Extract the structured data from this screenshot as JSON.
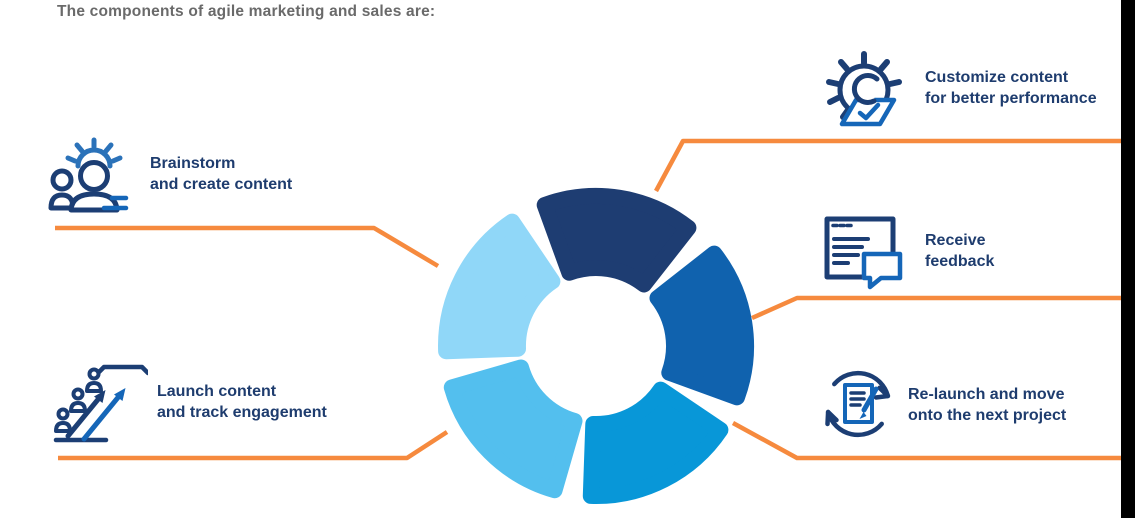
{
  "title": "The components of agile marketing and sales are:",
  "colors": {
    "orange": "#F68A3E",
    "navy_text": "#1E3C6E",
    "icon_navy": "#1C3E74",
    "icon_accent_blue": "#1566B8",
    "title_gray": "#6A6A6A",
    "black_band": "#000000"
  },
  "steps": [
    {
      "id": "brainstorm",
      "line1": "Brainstorm",
      "line2": "and create content",
      "icon": "brainstorm-icon",
      "segment_color": "#90D7F8",
      "side": "left"
    },
    {
      "id": "customize",
      "line1": "Customize content",
      "line2": "for better performance",
      "icon": "customize-icon",
      "segment_color": "#1E3D72",
      "side": "right"
    },
    {
      "id": "receive-feedback",
      "line1": "Receive",
      "line2": "feedback",
      "icon": "feedback-icon",
      "segment_color": "#1062AE",
      "side": "right"
    },
    {
      "id": "relaunch",
      "line1": "Re-launch and move",
      "line2": "onto the next project",
      "icon": "relaunch-icon",
      "segment_color": "#0897D8",
      "side": "right"
    },
    {
      "id": "launch",
      "line1": "Launch content",
      "line2": "and track engagement",
      "icon": "launch-icon",
      "segment_color": "#53BFEE",
      "side": "left"
    }
  ],
  "chart_data": {
    "type": "pie",
    "title": "The components of agile marketing and sales are:",
    "categories": [
      "Customize content for better performance",
      "Receive feedback",
      "Re-launch and move onto the next project",
      "Launch content and track engagement",
      "Brainstorm and create content"
    ],
    "values": [
      20,
      20,
      20,
      20,
      20
    ],
    "colors": [
      "#1E3D72",
      "#1062AE",
      "#0897D8",
      "#53BFEE",
      "#90D7F8"
    ],
    "style": "donut-cycle, 5 equal segments clockwise from top, white gaps, rounded corners"
  }
}
